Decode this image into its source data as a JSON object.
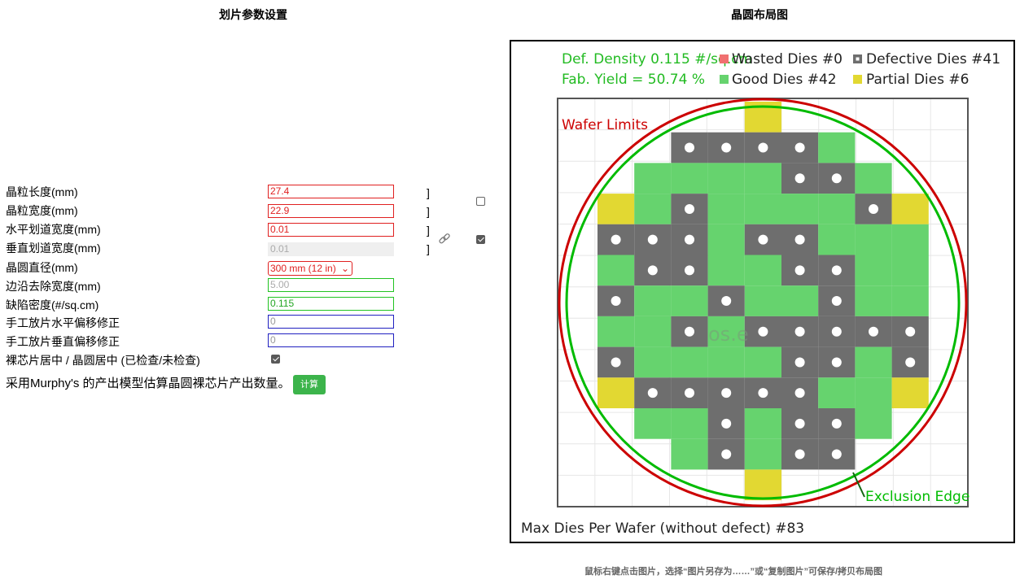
{
  "left_panel": {
    "title": "划片参数设置",
    "labels": [
      "晶粒长度(mm)",
      "晶粒宽度(mm)",
      "水平划道宽度(mm)",
      "垂直划道宽度(mm)",
      "晶圆直径(mm)",
      "边沿去除宽度(mm)",
      "缺陷密度(#/sq.cm)",
      "手工放片水平偏移修正",
      "手工放片垂直偏移修正",
      "裸芯片居中 / 晶圆居中 (已检查/未检查)"
    ],
    "die_length": "27.4",
    "die_width": "22.9",
    "h_lane": "0.01",
    "v_lane": "0.01",
    "wafer_diameter": "300 mm (12 in)",
    "edge_exclusion_placeholder": "5.00",
    "defect_density": "0.115",
    "h_offset_placeholder": "0",
    "v_offset_placeholder": "0",
    "brackets": [
      "]",
      "]",
      "]",
      "]"
    ],
    "square_die_checked": false,
    "lock_lanes_checked": true,
    "center_checked": true,
    "murphy_text": "采用Murphy's 的产出模型估算晶圆裸芯片产出数量。",
    "calc_button": "计算"
  },
  "right_panel": {
    "title": "晶圆布局图",
    "def_density": "Def. Density 0.115 #/sq.cm",
    "fab_yield": "Fab. Yield = 50.74 %",
    "legend_wasted": "Wasted Dies  #0",
    "legend_defective": "Defective Dies  #41",
    "legend_good": "Good Dies #42",
    "legend_partial": "Partial Dies #6",
    "wafer_limits": "Wafer Limits",
    "exclusion_edge": "Exclusion Edge",
    "watermark": "os.e",
    "max_dies": "Max Dies Per Wafer (without defect) #83",
    "colors": {
      "good": "#66d36e",
      "defective": "#6e6e6e",
      "partial": "#e2d832",
      "wasted": "#f07070",
      "limit": "#cc0000",
      "exclusion": "#00bb00",
      "density_text": "#22bb22"
    },
    "die_map": [
      "....P....",
      "..DDDDG..",
      ".GGGGDDG.",
      "PGDGGGGDP",
      "DDDGDDGGG",
      "GDDGGDDGG",
      "DGGDGGDGG",
      "GGDGDDDDD",
      "DGGGGDDGD",
      "PDDDDDGGP",
      ".GGDGDDG.",
      "..GDGDD..",
      "....P...."
    ]
  },
  "footer": "鼠标右键点击图片，选择“图片另存为……”或“复制图片”可保存/拷贝布局图"
}
